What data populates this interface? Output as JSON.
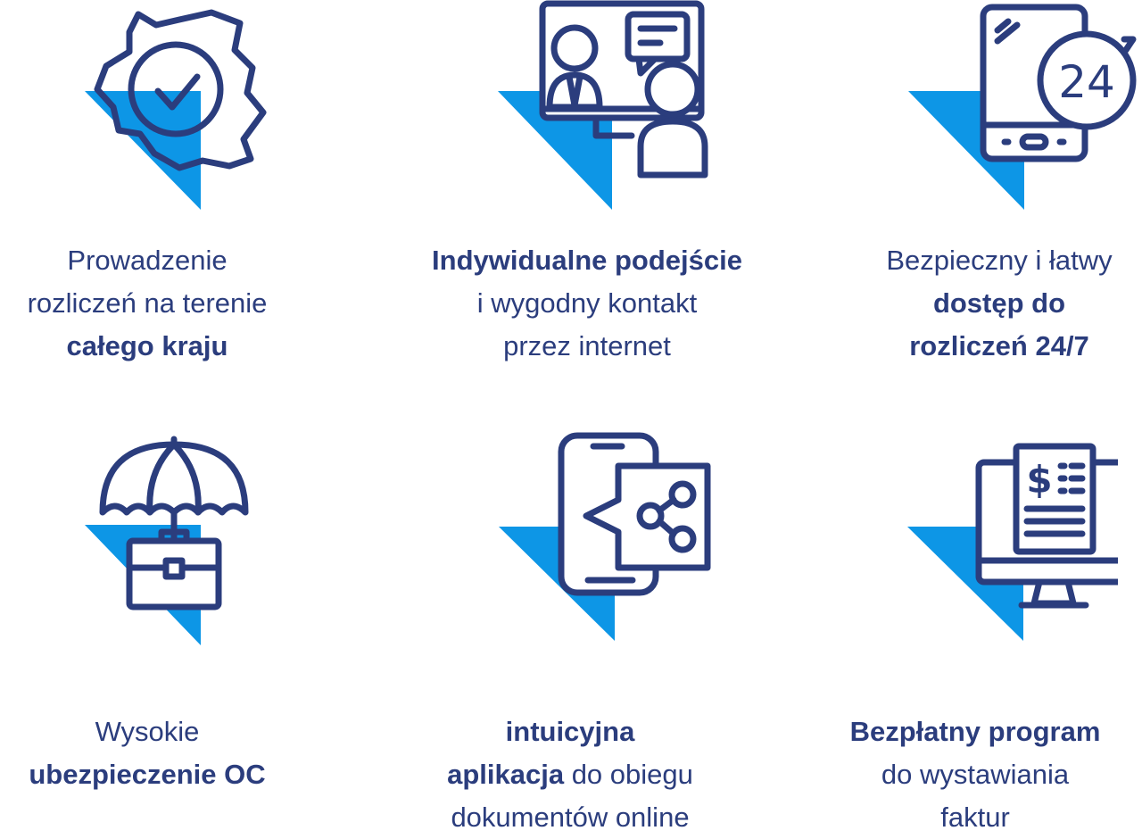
{
  "palette": {
    "accent": "#0d96e6",
    "text": "#2b3d7d",
    "background": "#ffffff"
  },
  "features": [
    {
      "icon": "poland-map-check-icon",
      "lines": [
        [
          {
            "t": "Prowadzenie",
            "b": false
          }
        ],
        [
          {
            "t": "rozliczeń na terenie",
            "b": false
          }
        ],
        [
          {
            "t": "całego kraju",
            "b": true
          }
        ]
      ]
    },
    {
      "icon": "video-call-chat-icon",
      "lines": [
        [
          {
            "t": "Indywidualne podejście",
            "b": true
          }
        ],
        [
          {
            "t": "i wygodny kontakt",
            "b": false
          }
        ],
        [
          {
            "t": "przez internet",
            "b": false
          }
        ]
      ]
    },
    {
      "icon": "phone-24-hours-icon",
      "lines": [
        [
          {
            "t": "Bezpieczny i łatwy",
            "b": false
          }
        ],
        [
          {
            "t": "dostęp do",
            "b": true
          }
        ],
        [
          {
            "t": "rozliczeń 24/7",
            "b": true
          }
        ]
      ]
    },
    {
      "icon": "umbrella-briefcase-icon",
      "lines": [
        [
          {
            "t": "Wysokie",
            "b": false
          }
        ],
        [
          {
            "t": "ubezpieczenie OC",
            "b": true
          }
        ]
      ]
    },
    {
      "icon": "phone-share-icon",
      "lines": [
        [
          {
            "t": "intuicyjna",
            "b": true
          }
        ],
        [
          {
            "t": "aplikacja",
            "b": true
          },
          {
            "t": " do obiegu",
            "b": false
          }
        ],
        [
          {
            "t": "dokumentów online",
            "b": false
          }
        ]
      ]
    },
    {
      "icon": "invoice-monitor-icon",
      "lines": [
        [
          {
            "t": "Bezpłatny program",
            "b": true
          }
        ],
        [
          {
            "t": "do wystawiania",
            "b": false
          }
        ],
        [
          {
            "t": "faktur",
            "b": false
          }
        ]
      ]
    }
  ]
}
